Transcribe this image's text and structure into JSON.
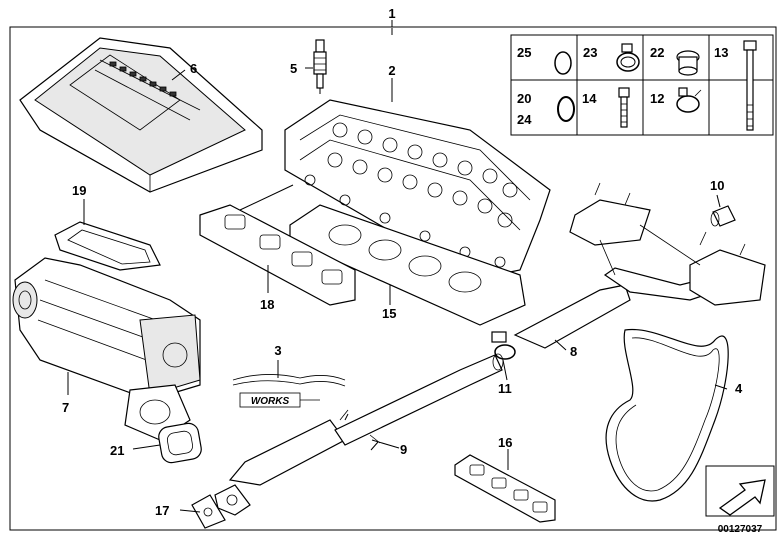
{
  "diagram_id": "00127037",
  "callouts": {
    "n1": "1",
    "n2": "2",
    "n3": "3",
    "n4": "4",
    "n5": "5",
    "n6": "6",
    "n7": "7",
    "n8": "8",
    "n9": "9",
    "n10": "10",
    "n11": "11",
    "n12": "12",
    "n13": "13",
    "n14": "14",
    "n15": "15",
    "n16": "16",
    "n17": "17",
    "n18": "18",
    "n19": "19",
    "n20": "20",
    "n21": "21",
    "n22": "22",
    "n23": "23",
    "n24": "24",
    "n25": "25"
  },
  "logo_text": "WORKS",
  "icons": [
    "spark-plug-icon",
    "engine-cover-icon",
    "cylinder-head-icon",
    "supercharger-icon",
    "exhaust-pipe-icon",
    "muffler-icon",
    "belt-icon",
    "gasket-icon",
    "hose-clamp-icon",
    "bolt-icon",
    "navigation-arrow-icon"
  ]
}
